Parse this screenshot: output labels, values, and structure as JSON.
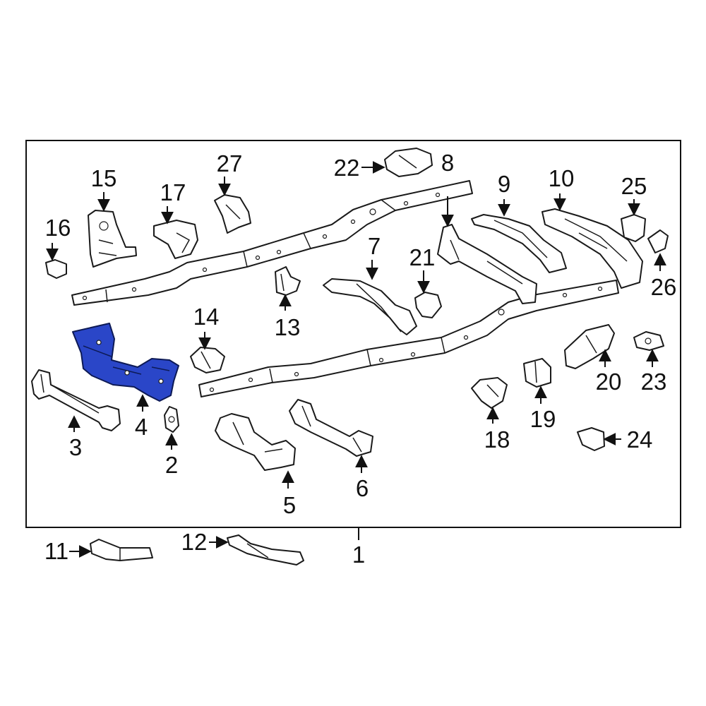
{
  "diagram": {
    "highlight_color": "#2a46c8",
    "highlighted_part": "4",
    "callouts": [
      {
        "id": "c1",
        "label": "1"
      },
      {
        "id": "c2",
        "label": "2"
      },
      {
        "id": "c3",
        "label": "3"
      },
      {
        "id": "c4",
        "label": "4"
      },
      {
        "id": "c5",
        "label": "5"
      },
      {
        "id": "c6",
        "label": "6"
      },
      {
        "id": "c7",
        "label": "7"
      },
      {
        "id": "c8",
        "label": "8"
      },
      {
        "id": "c9",
        "label": "9"
      },
      {
        "id": "c10",
        "label": "10"
      },
      {
        "id": "c11",
        "label": "11"
      },
      {
        "id": "c12",
        "label": "12"
      },
      {
        "id": "c13",
        "label": "13"
      },
      {
        "id": "c14",
        "label": "14"
      },
      {
        "id": "c15",
        "label": "15"
      },
      {
        "id": "c16",
        "label": "16"
      },
      {
        "id": "c17",
        "label": "17"
      },
      {
        "id": "c18",
        "label": "18"
      },
      {
        "id": "c19",
        "label": "19"
      },
      {
        "id": "c20",
        "label": "20"
      },
      {
        "id": "c21",
        "label": "21"
      },
      {
        "id": "c22",
        "label": "22"
      },
      {
        "id": "c23",
        "label": "23"
      },
      {
        "id": "c24",
        "label": "24"
      },
      {
        "id": "c25",
        "label": "25"
      },
      {
        "id": "c26",
        "label": "26"
      },
      {
        "id": "c27",
        "label": "27"
      }
    ]
  }
}
